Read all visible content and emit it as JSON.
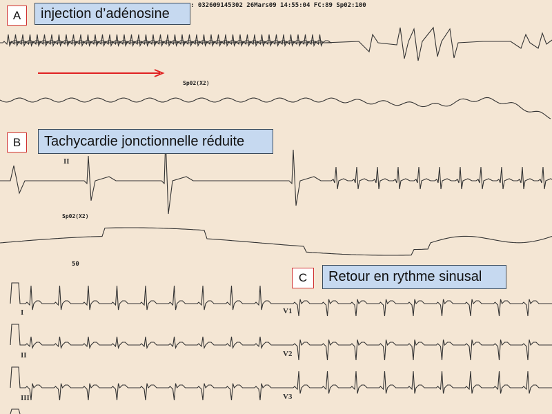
{
  "header_strip": ": 032609145302 26Mars09 14:55:04 FC:89 Sp02:100",
  "panels": [
    {
      "letter": "A",
      "caption": "injection d’adénosine"
    },
    {
      "letter": "B",
      "caption": "Tachycardie jonctionnelle réduite"
    },
    {
      "letter": "C",
      "caption": "Retour en rythme sinusal"
    }
  ],
  "trace_labels": {
    "spo2_a": "Sp02(X2)",
    "lead_b": "II",
    "spo2_b": "Sp02(X2)",
    "scale": "50"
  },
  "leads": [
    "I",
    "II",
    "III",
    "V1",
    "V2",
    "V3"
  ],
  "colors": {
    "background": "#f4e6d4",
    "caption_bg": "#c6d9f0",
    "letter_border": "#d03030",
    "arrow": "#e02020",
    "trace": "#333333"
  },
  "icons": {
    "arrow": "arrow-right-icon"
  }
}
